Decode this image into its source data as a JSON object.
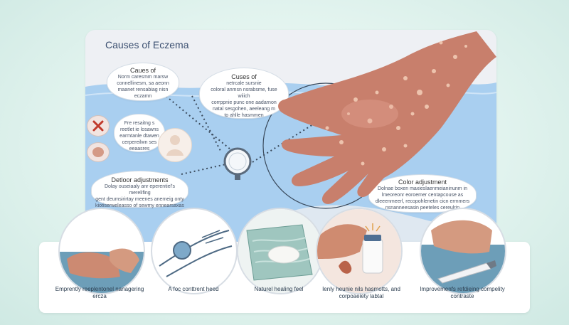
{
  "panel": {
    "title": "Causes of Eczema"
  },
  "bubbles": [
    {
      "id": "causes-left",
      "heading": "Caues of",
      "lines": [
        "Norm caresmm marsw",
        "connellinesm, sa aeonn",
        "maanet rensabiag nisn",
        "eczamn"
      ]
    },
    {
      "id": "causes-center",
      "heading": "Cuses of",
      "lines": [
        "netrcale sursnie",
        "coloral anmsn nsrabsme, fuse wiiich",
        "corrppnie punc one aadarnon",
        "natal sesgohen, aeeleang m",
        "to ahlle hasmmen"
      ]
    },
    {
      "id": "small-note",
      "heading": "",
      "lines": [
        "Fre resaitng s",
        "reetlet ie losawns",
        "earmtanle dtawen",
        "cerpereilwn ses",
        "eeaasres"
      ]
    },
    {
      "id": "detloor",
      "heading": "Detloor adjustments",
      "lines": [
        "Dolay ouseiaaly anr eperentiel's merelifing",
        "gent deumsirirtay meenes anemeig onty",
        "kiotiserweleasso of sewmy ennearsaxas"
      ]
    },
    {
      "id": "color",
      "heading": "Color adjustment",
      "lines": [
        "Dolnae boxen maxieslaenmeianinunm in",
        "lmeoreonr eoroemer centapcouse as",
        "dleeenmeerl, recopohlenetin cicn ermmers",
        "nsnanneesasin peeteles cereulrin"
      ]
    }
  ],
  "captions": [
    {
      "id": "cap-1",
      "lines": [
        "Emprently reeplentonel nanagering",
        "ercza"
      ]
    },
    {
      "id": "cap-2",
      "lines": [
        "A foc conttrent heed"
      ]
    },
    {
      "id": "cap-3",
      "lines": [
        "Naturel healing feel"
      ]
    },
    {
      "id": "cap-4",
      "lines": [
        "Ienly  heunie nils hasmotts, and",
        "corpoaeiety labtal"
      ]
    },
    {
      "id": "cap-5",
      "lines": [
        "Improvemenfs refdieing compelity",
        "contraste"
      ]
    }
  ],
  "colors": {
    "water": "#a9cff0",
    "skin": "#c87f6c",
    "card": "#ffffff",
    "title": "#3b4f70"
  }
}
